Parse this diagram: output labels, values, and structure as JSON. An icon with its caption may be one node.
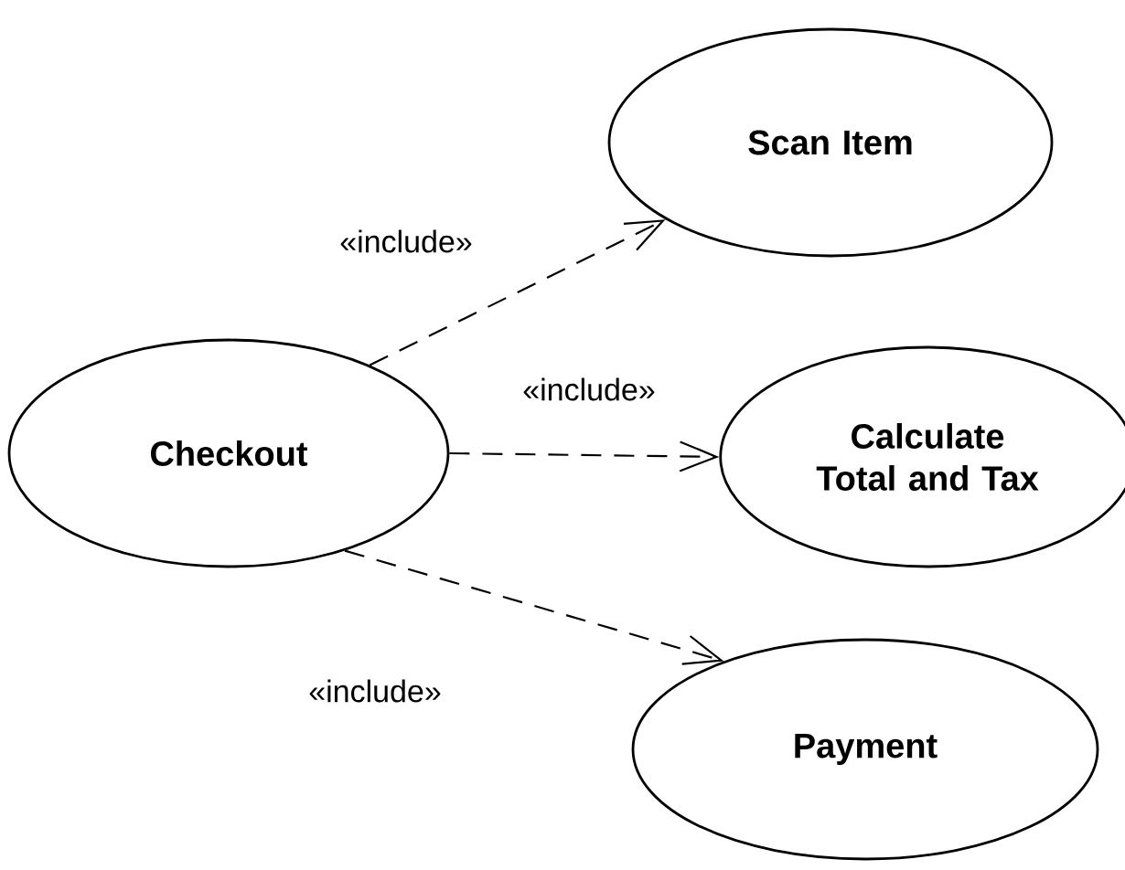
{
  "diagram": {
    "nodes": [
      {
        "text": [
          "Checkout"
        ]
      },
      {
        "text": [
          "Scan Item"
        ]
      },
      {
        "text": [
          "Calculate Total and Tax"
        ]
      },
      {
        "text": [
          "Payment"
        ]
      }
    ],
    "edges": [
      {
        "from": 0,
        "to": 1,
        "arrow": "to",
        "style": "dashed",
        "label": "«include»"
      },
      {
        "from": 0,
        "to": 2,
        "arrow": "to",
        "style": "dashed",
        "label": "«include»"
      },
      {
        "from": 0,
        "to": 3,
        "arrow": "to",
        "style": "dashed",
        "label": "«include»"
      }
    ]
  }
}
